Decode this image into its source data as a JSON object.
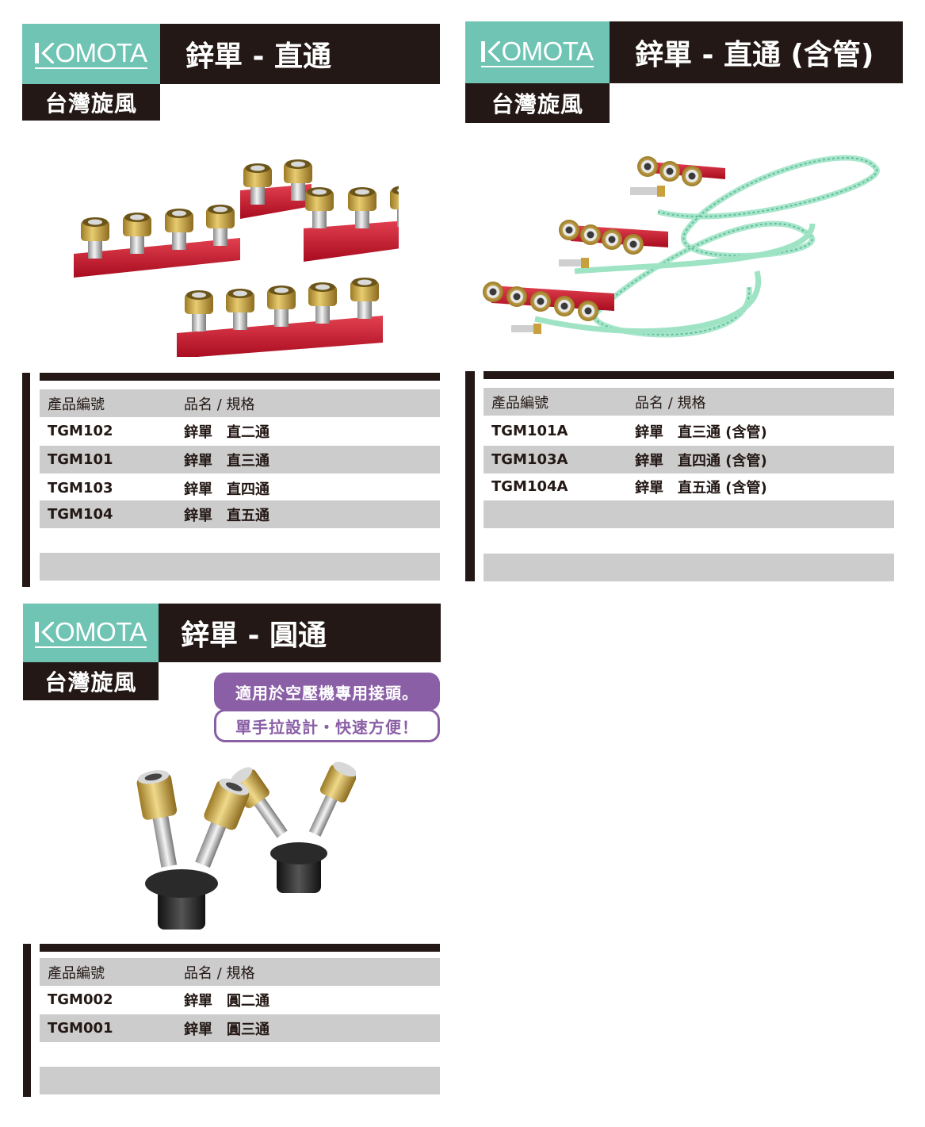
{
  "colors": {
    "teal": "#6fc4b4",
    "dark": "#231815",
    "gray_row": "#cccccc",
    "purple": "#8a5fa6",
    "manifold_red": "#c8102e",
    "brass": "#c9a13c",
    "hose_green": "#7fd6b0"
  },
  "sections": [
    {
      "logo": "OMOTA",
      "title": "鋅單 - 直通",
      "brand": "台灣旋風",
      "table": {
        "head": {
          "code": "產品編號",
          "name": "品名 / 規格"
        },
        "rows": [
          {
            "code": "TGM102",
            "name": "鋅單　直二通"
          },
          {
            "code": "TGM101",
            "name": "鋅單　直三通"
          },
          {
            "code": "TGM103",
            "name": "鋅單　直四通"
          },
          {
            "code": "TGM104",
            "name": "鋅單　直五通"
          }
        ]
      }
    },
    {
      "logo": "OMOTA",
      "title": "鋅單 - 直通 (含管)",
      "brand": "台灣旋風",
      "table": {
        "head": {
          "code": "產品編號",
          "name": "品名 / 規格"
        },
        "rows": [
          {
            "code": "TGM101A",
            "name": "鋅單　直三通 (含管)"
          },
          {
            "code": "TGM103A",
            "name": "鋅單　直四通 (含管)"
          },
          {
            "code": "TGM104A",
            "name": "鋅單　直五通 (含管)"
          }
        ]
      }
    },
    {
      "logo": "OMOTA",
      "title": "鋅單 - 圓通",
      "brand": "台灣旋風",
      "bubbles": [
        "適用於空壓機專用接頭。",
        "單手拉設計・快速方便！"
      ],
      "table": {
        "head": {
          "code": "產品編號",
          "name": "品名 / 規格"
        },
        "rows": [
          {
            "code": "TGM002",
            "name": "鋅單　圓二通"
          },
          {
            "code": "TGM001",
            "name": "鋅單　圓三通"
          }
        ]
      }
    }
  ]
}
